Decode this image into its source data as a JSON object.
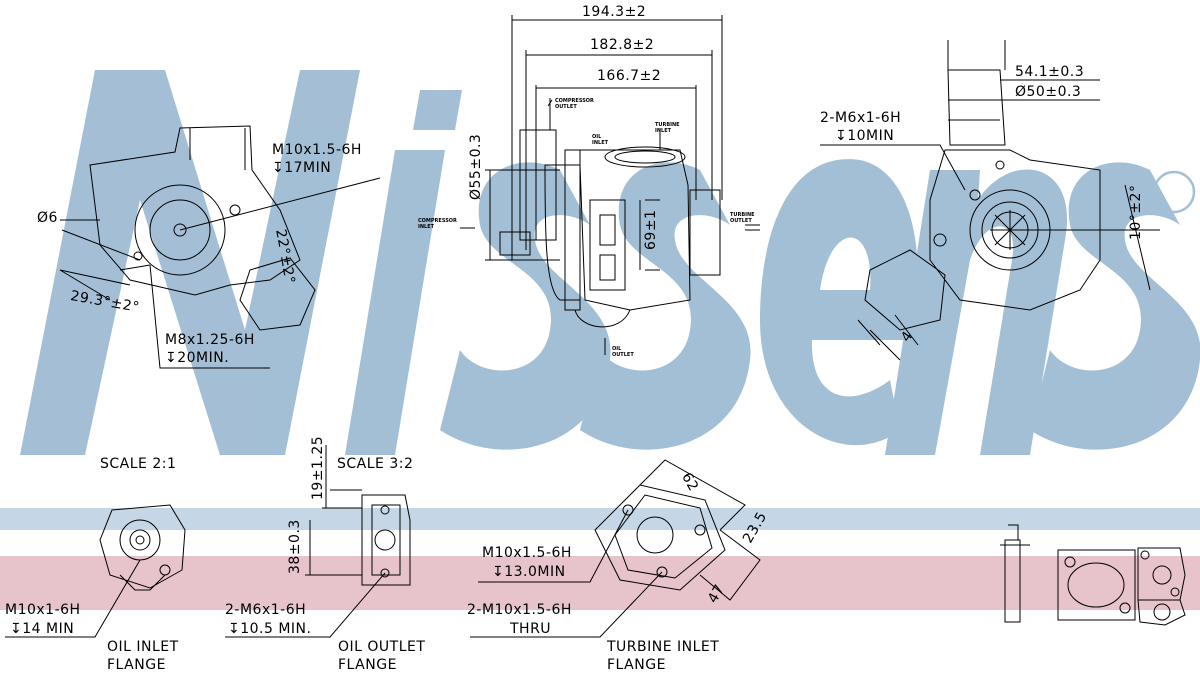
{
  "brand": {
    "watermark": "Nissens",
    "registered_mark": "®",
    "watermark_color": "#9fbcd3",
    "band_blue": "#c5d7e6",
    "band_pink": "#e7c3cb"
  },
  "top_left_view": {
    "thread_top": "M10x1.5-6H",
    "thread_top_depth": "↧17MIN",
    "dim_phi6": "Ø6",
    "angle_22": "22°±2°",
    "angle_29": "29.3°±2°",
    "thread_bottom": "M8x1.25-6H",
    "thread_bottom_depth": "↧20MIN."
  },
  "top_center_view": {
    "dim_194": "194.3±2",
    "dim_182": "182.8±2",
    "dim_166": "166.7±2",
    "dim_phi55": "Ø55±0.3",
    "dim_69": "69±1",
    "compressor_outlet": "COMPRESSOR OUTLET",
    "oil_inlet": "OIL INLET",
    "turbine_inlet": "TURBINE INLET",
    "compressor_inlet": "COMPRESSOR INLET",
    "turbine_outlet": "TURBINE OUTLET",
    "oil_outlet": "OIL OUTLET"
  },
  "top_right_view": {
    "dim_54": "54.1±0.3",
    "dim_phi50": "Ø50±0.3",
    "thread": "2-M6x1-6H",
    "thread_depth": "↧10MIN",
    "angle_10": "10°±2°",
    "dim_4": "4"
  },
  "oil_inlet_flange": {
    "scale": "SCALE 2:1",
    "thread": "M10x1-6H",
    "thread_depth": "↧14 MIN",
    "title_line1": "OIL INLET",
    "title_line2": "FLANGE"
  },
  "oil_outlet_flange": {
    "scale": "SCALE 3:2",
    "dim_19": "19±1.25",
    "dim_38": "38±0.3",
    "thread": "2-M6x1-6H",
    "thread_depth": "↧10.5 MIN.",
    "title_line1": "OIL OUTLET",
    "title_line2": "FLANGE"
  },
  "turbine_inlet_flange": {
    "dim_62": "62",
    "dim_23": "23.5",
    "dim_47": "47",
    "thread": "M10x1.5-6H",
    "thread_depth": "↧13.0MIN",
    "thread2": "2-M10x1.5-6H",
    "thread2_note": "THRU",
    "title_line1": "TURBINE INLET",
    "title_line2": "FLANGE"
  }
}
